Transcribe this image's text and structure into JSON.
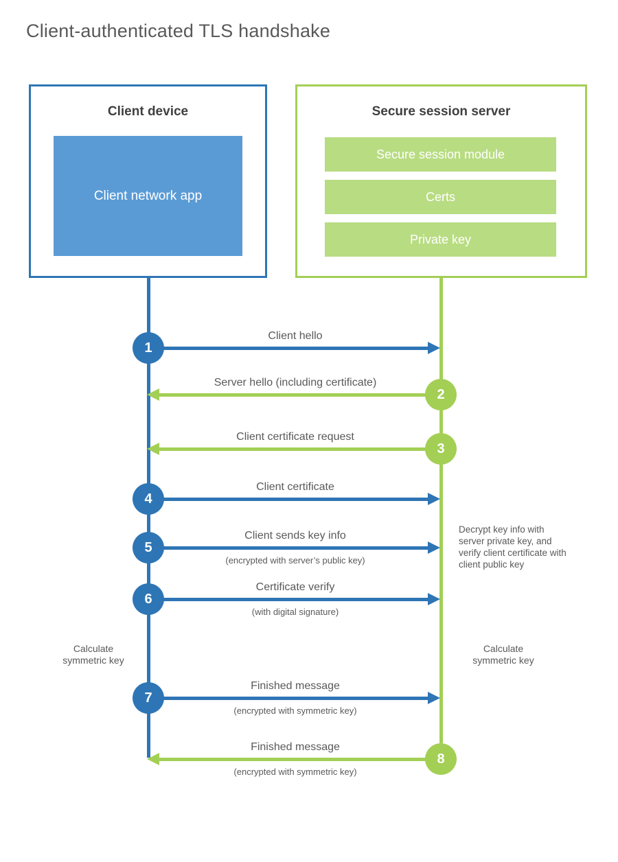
{
  "title": "Client-authenticated TLS handshake",
  "colors": {
    "blue": "#2e75b5",
    "light_blue": "#5b9bd5",
    "green": "#a3cf55",
    "light_green": "#b8dc82",
    "heading_text": "#3f3f3f",
    "label_text": "#595959",
    "white": "#ffffff"
  },
  "client": {
    "title": "Client device",
    "module": "Client network app"
  },
  "server": {
    "title": "Secure session server",
    "modules": [
      "Secure session module",
      "Certs",
      "Private key"
    ]
  },
  "steps": [
    {
      "number": "1",
      "label": "Client hello",
      "from": "client",
      "to": "server"
    },
    {
      "number": "2",
      "label": "Server hello (including certificate)",
      "from": "server",
      "to": "client"
    },
    {
      "number": "3",
      "label": "Client certificate request",
      "from": "server",
      "to": "client"
    },
    {
      "number": "4",
      "label": "Client certificate",
      "from": "client",
      "to": "server"
    },
    {
      "number": "5",
      "label": "Client sends key info",
      "sublabel": "(encrypted with server’s public key)",
      "from": "client",
      "to": "server"
    },
    {
      "number": "6",
      "label": "Certificate verify",
      "sublabel": "(with digital signature)",
      "from": "client",
      "to": "server"
    },
    {
      "number": "7",
      "label": "Finished message",
      "sublabel": "(encrypted with symmetric key)",
      "from": "client",
      "to": "server"
    },
    {
      "number": "8",
      "label": "Finished message",
      "sublabel": "(encrypted with symmetric key)",
      "from": "server",
      "to": "client"
    }
  ],
  "annotations": {
    "decrypt_note": "Decrypt key info with server private key, and verify client certificate with client public key",
    "calc_left": "Calculate symmetric key",
    "calc_right": "Calculate symmetric key"
  }
}
